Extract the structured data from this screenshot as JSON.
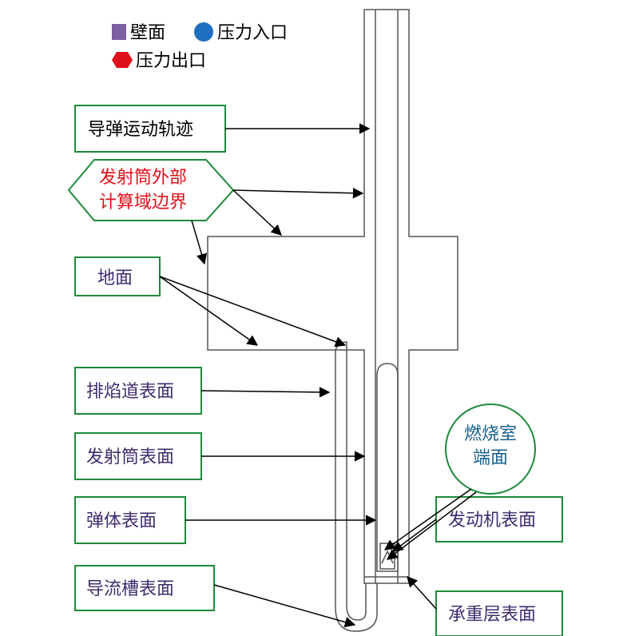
{
  "legend": {
    "wall": {
      "label": "壁面",
      "color": "#7b5fa0"
    },
    "pressure_inlet": {
      "label": "压力入口",
      "color": "#1f6fc1"
    },
    "pressure_outlet": {
      "label": "压力出口",
      "color": "#e0101a"
    }
  },
  "labels": {
    "missile_trajectory": "导弹运动轨迹",
    "domain_boundary_line1": "发射筒外部",
    "domain_boundary_line2": "计算域边界",
    "ground": "地面",
    "exhaust_duct_surface": "排焰道表面",
    "launch_tube_surface": "发射筒表面",
    "missile_body_surface": "弹体表面",
    "combustion_chamber_line1": "燃烧室",
    "combustion_chamber_line2": "端面",
    "engine_surface": "发动机表面",
    "deflector_groove_surface": "导流槽表面",
    "load_bearing_surface": "承重层表面"
  },
  "colors": {
    "box_border": "#1e8a3a",
    "label_purple": "#3f2d6e",
    "label_red": "#e0101a",
    "label_teal": "#1a5f8c",
    "geometry_line": "#555555"
  }
}
